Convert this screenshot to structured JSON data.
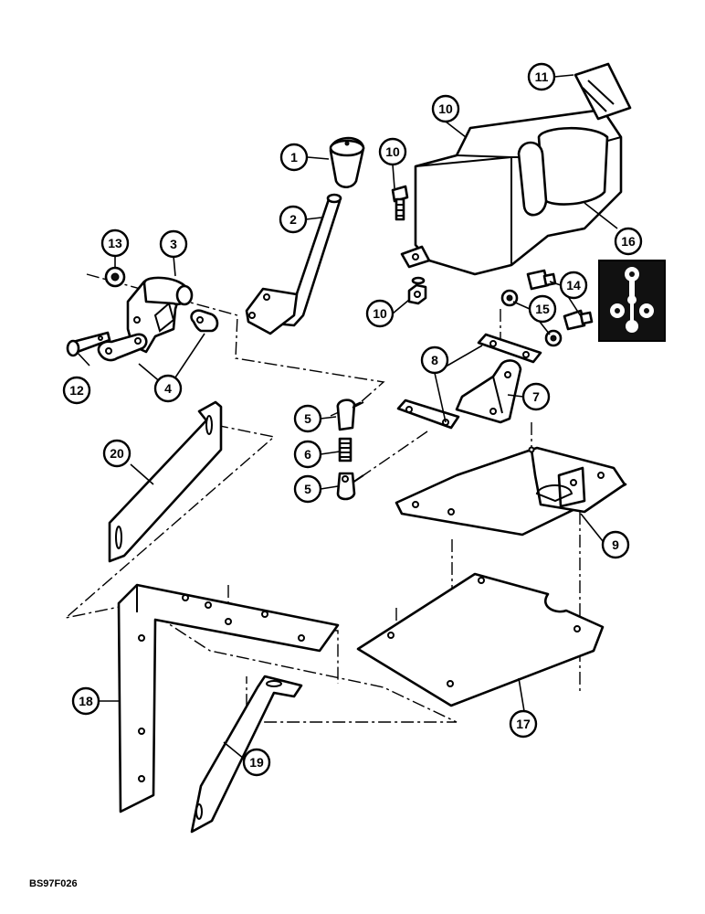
{
  "drawing": {
    "reference_code": "BS97F026"
  },
  "callouts": [
    {
      "id": "c1",
      "label": "1"
    },
    {
      "id": "c2",
      "label": "2"
    },
    {
      "id": "c3",
      "label": "3"
    },
    {
      "id": "c4",
      "label": "4"
    },
    {
      "id": "c5a",
      "label": "5"
    },
    {
      "id": "c5b",
      "label": "5"
    },
    {
      "id": "c6",
      "label": "6"
    },
    {
      "id": "c7",
      "label": "7"
    },
    {
      "id": "c8",
      "label": "8"
    },
    {
      "id": "c9",
      "label": "9"
    },
    {
      "id": "c10a",
      "label": "10"
    },
    {
      "id": "c10b",
      "label": "10"
    },
    {
      "id": "c10c",
      "label": "10"
    },
    {
      "id": "c11",
      "label": "11"
    },
    {
      "id": "c12",
      "label": "12"
    },
    {
      "id": "c13",
      "label": "13"
    },
    {
      "id": "c14",
      "label": "14"
    },
    {
      "id": "c15",
      "label": "15"
    },
    {
      "id": "c16",
      "label": "16"
    },
    {
      "id": "c17",
      "label": "17"
    },
    {
      "id": "c18",
      "label": "18"
    },
    {
      "id": "c19",
      "label": "19"
    },
    {
      "id": "c20",
      "label": "20"
    }
  ]
}
